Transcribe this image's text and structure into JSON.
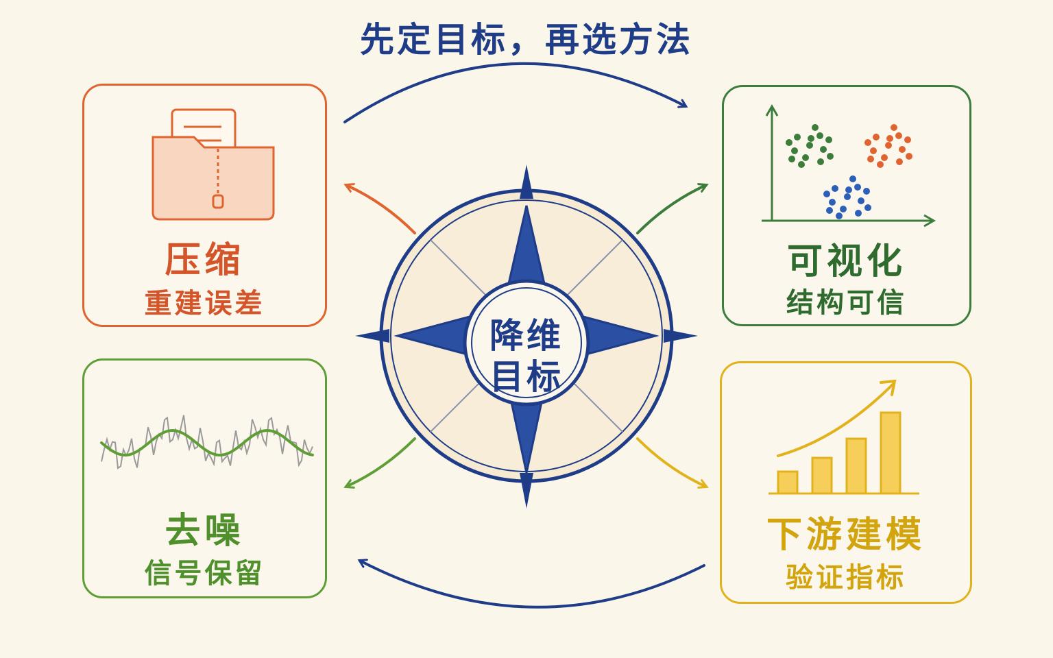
{
  "title": "先定目标，再选方法",
  "center": {
    "line1": "降维",
    "line2": "目标"
  },
  "cards": {
    "compress": {
      "title": "压缩",
      "subtitle": "重建误差"
    },
    "visual": {
      "title": "可视化",
      "subtitle": "结构可信"
    },
    "denoise": {
      "title": "去噪",
      "subtitle": "信号保留"
    },
    "downstream": {
      "title": "下游建模",
      "subtitle": "验证指标"
    }
  },
  "icons": {
    "compress": "zipped-folder-icon",
    "visual": "scatter-clusters-icon",
    "denoise": "signal-wave-icon",
    "downstream": "rising-bar-chart-icon",
    "center": "compass-icon"
  },
  "colors": {
    "navy": "#1f3c88",
    "orange": "#e0642f",
    "green": "#3c7d3c",
    "lightgreen": "#5f9e36",
    "yellow": "#e1b21c",
    "background": "#faf6ea"
  }
}
